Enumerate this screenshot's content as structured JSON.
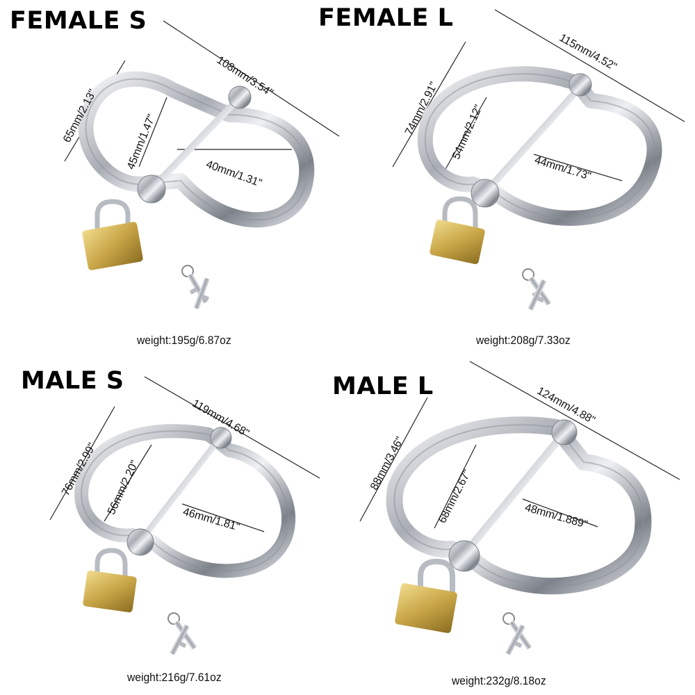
{
  "panels": [
    {
      "title": "FEMALE S",
      "weight": "weight:195g/6.87oz",
      "dims": {
        "width": "108mm/3.54\"",
        "height": "65mm/2.13\"",
        "inner_height": "45mm/1.47\"",
        "inner_width": "40mm/1.31\""
      }
    },
    {
      "title": "FEMALE L",
      "weight": "weight:208g/7.33oz",
      "dims": {
        "width": "115mm/4.52\"",
        "height": "74mm/2.91\"",
        "inner_height": "54mm/2.12\"",
        "inner_width": "44mm/1.73\""
      }
    },
    {
      "title": "MALE S",
      "weight": "weight:216g/7.61oz",
      "dims": {
        "width": "119mm/4.68\"",
        "height": "76mm/2.99\"",
        "inner_height": "56mm/2.20\"",
        "inner_width": "46mm/1.81\""
      }
    },
    {
      "title": "MALE L",
      "weight": "weight:232g/8.18oz",
      "dims": {
        "width": "124mm/4.88\"",
        "height": "88mm/3.46\"",
        "inner_height": "68mm/2.67\"",
        "inner_width": "48mm/1.889\""
      }
    }
  ],
  "colors": {
    "steel": "#c9ccd2",
    "steel_dark": "#7d828a",
    "brass": "#c9a647",
    "text": "#111111"
  },
  "icons": [
    "handcuff-ring-image",
    "padlock-icon",
    "key-icon"
  ]
}
